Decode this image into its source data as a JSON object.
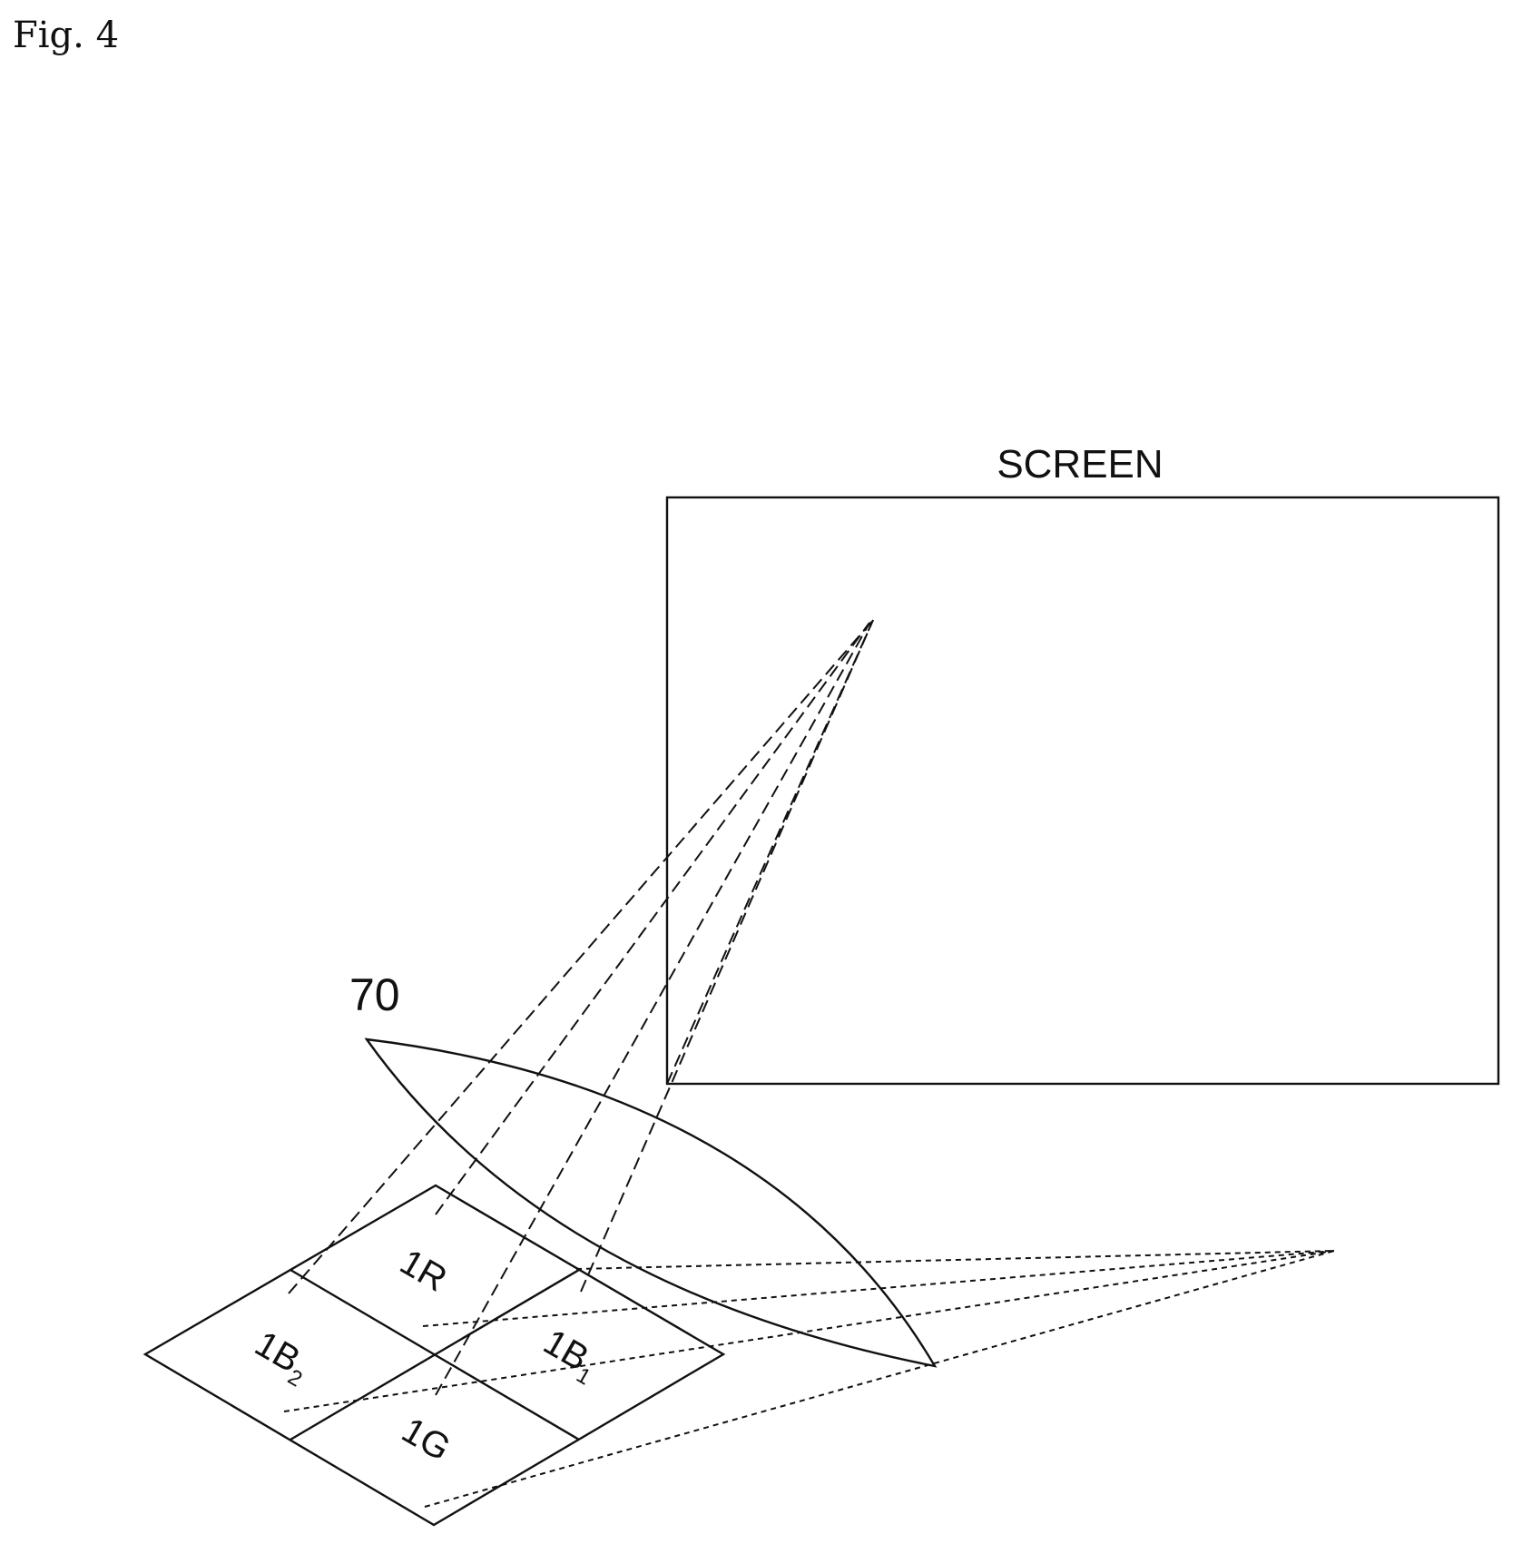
{
  "figure_label": "Fig. 4",
  "screen_label": "SCREEN",
  "lens_label": "70",
  "cells": {
    "r": "1R",
    "b1_main": "1B",
    "b1_sub": "1",
    "b2_main": "1B",
    "b2_sub": "2",
    "g": "1G"
  }
}
